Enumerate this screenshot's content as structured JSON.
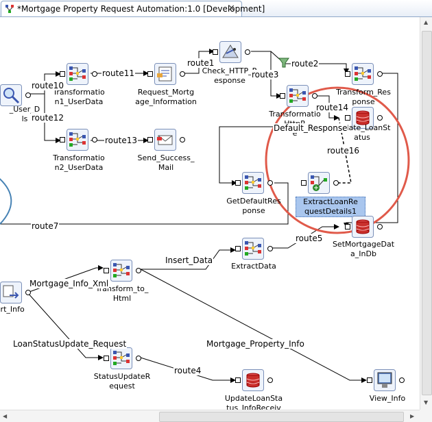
{
  "editor": {
    "tab_title": "*Mortgage Property Request Automation:1.0 [Development]",
    "close_glyph": "✕"
  },
  "nodes": [
    {
      "id": "search_user",
      "icon": "search-icon",
      "label": "_User_D\nls"
    },
    {
      "id": "transformation1",
      "icon": "transform-icon",
      "label": "Transformatio\nn1_UserData"
    },
    {
      "id": "request_mortgage",
      "icon": "request-icon",
      "label": "Request_Mortg\nage_Information"
    },
    {
      "id": "check_http",
      "icon": "http-icon",
      "label": "Check_HTTP_R\nesponse"
    },
    {
      "id": "transformation_http",
      "icon": "transform-icon",
      "label": "Transformatio\nHttpR\ne"
    },
    {
      "id": "transform_response",
      "icon": "transform-icon",
      "label": "Transform_Res\nponse"
    },
    {
      "id": "update_loanstatus",
      "icon": "database-icon",
      "label": "Update_LoanSt\natus"
    },
    {
      "id": "transformation2",
      "icon": "transform-icon",
      "label": "Transformatio\nn2_UserData"
    },
    {
      "id": "send_success",
      "icon": "mail-icon",
      "label": "Send_Success_\nMail"
    },
    {
      "id": "get_default",
      "icon": "transform-icon",
      "label": "GetDefaultRes\nponse"
    },
    {
      "id": "extract_loan",
      "icon": "extract-icon",
      "label": "ExtractLoanRe\nquestDetails1",
      "selected": true
    },
    {
      "id": "set_mortgage",
      "icon": "database-icon",
      "label": "SetMortgageDat\na_InDb"
    },
    {
      "id": "extract_data",
      "icon": "transform-icon",
      "label": "ExtractData"
    },
    {
      "id": "convert_info",
      "icon": "convert-icon",
      "label": "nvert_Info"
    },
    {
      "id": "transform_html",
      "icon": "transform-icon",
      "label": "Transform_to_\nHtml"
    },
    {
      "id": "status_update",
      "icon": "transform-icon",
      "label": "StatusUpdateR\nequest"
    },
    {
      "id": "update_loanstatus_info",
      "icon": "database-icon",
      "label": "UpdateLoanSta\ntus_InfoReceiv"
    },
    {
      "id": "view_info",
      "icon": "monitor-icon",
      "label": "View_Info"
    }
  ],
  "routes": [
    {
      "id": "route1",
      "label": "route1"
    },
    {
      "id": "route2",
      "label": "route2"
    },
    {
      "id": "route3",
      "label": "route3"
    },
    {
      "id": "route4",
      "label": "route4"
    },
    {
      "id": "route5",
      "label": "route5"
    },
    {
      "id": "route7",
      "label": "route7"
    },
    {
      "id": "route10",
      "label": "route10"
    },
    {
      "id": "route11",
      "label": "route11"
    },
    {
      "id": "route12",
      "label": "route12"
    },
    {
      "id": "route13",
      "label": "route13"
    },
    {
      "id": "route14",
      "label": "route14"
    },
    {
      "id": "route16",
      "label": "route16"
    },
    {
      "id": "default_response",
      "label": "Default_Response"
    },
    {
      "id": "insert_data",
      "label": "Insert_Data"
    },
    {
      "id": "mortgage_info_xml",
      "label": "Mortgage_Info_Xml"
    },
    {
      "id": "loanstatus_update_request",
      "label": "LoanStatusUpdate_Request"
    },
    {
      "id": "mortgage_property_info",
      "label": "Mortgage_Property_Info"
    }
  ],
  "colors": {
    "highlight_circle": "#e05a4a",
    "selection": "#a9c6ee",
    "tab_border": "#8fa8c8",
    "icon_blue": "#3a56b0",
    "db_red": "#c9302c"
  }
}
